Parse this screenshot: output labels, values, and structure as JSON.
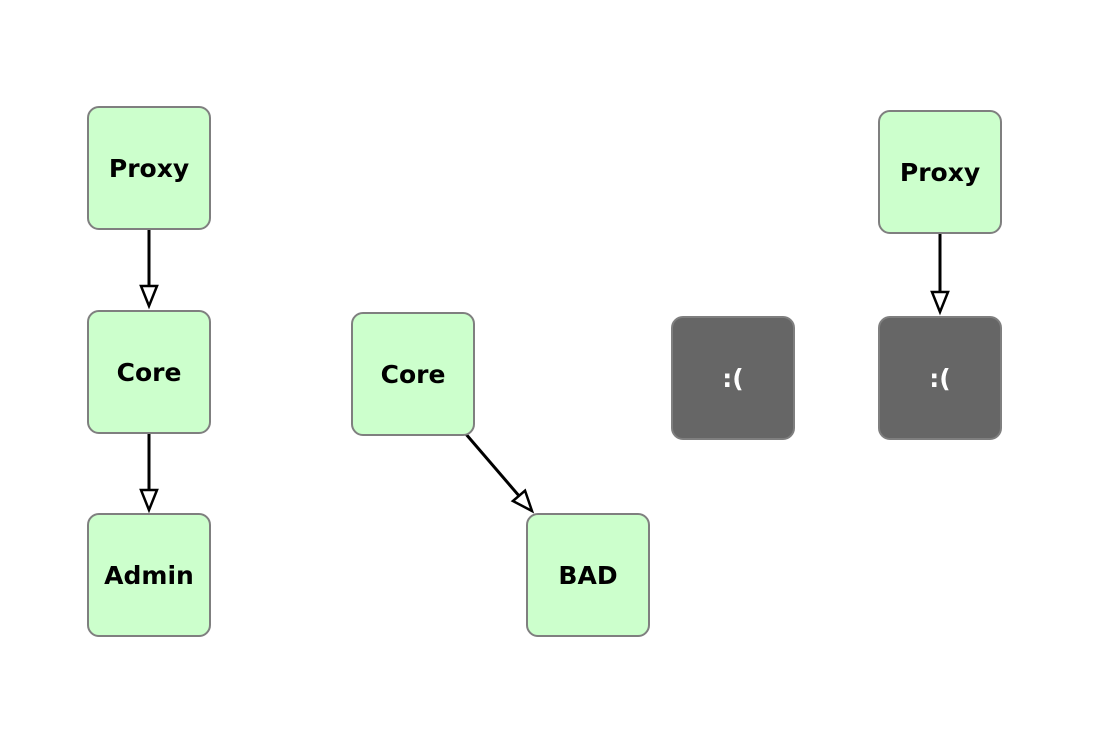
{
  "diagram": {
    "nodes": {
      "proxy_a": {
        "label": "Proxy",
        "state": "ok"
      },
      "core_a": {
        "label": "Core",
        "state": "ok"
      },
      "admin": {
        "label": "Admin",
        "state": "ok"
      },
      "core_b": {
        "label": "Core",
        "state": "ok"
      },
      "bad": {
        "label": "BAD",
        "state": "ok"
      },
      "sad_a": {
        "label": ":(",
        "state": "failed"
      },
      "proxy_b": {
        "label": "Proxy",
        "state": "ok"
      },
      "sad_b": {
        "label": ":(",
        "state": "failed"
      }
    },
    "edges": [
      {
        "from": "proxy_a",
        "to": "core_a"
      },
      {
        "from": "core_a",
        "to": "admin"
      },
      {
        "from": "core_b",
        "to": "bad"
      },
      {
        "from": "proxy_b",
        "to": "sad_b"
      }
    ],
    "colors": {
      "ok_fill": "#ccffcc",
      "failed_fill": "#666666",
      "border": "#7f7f7f",
      "edge": "#000000"
    }
  }
}
